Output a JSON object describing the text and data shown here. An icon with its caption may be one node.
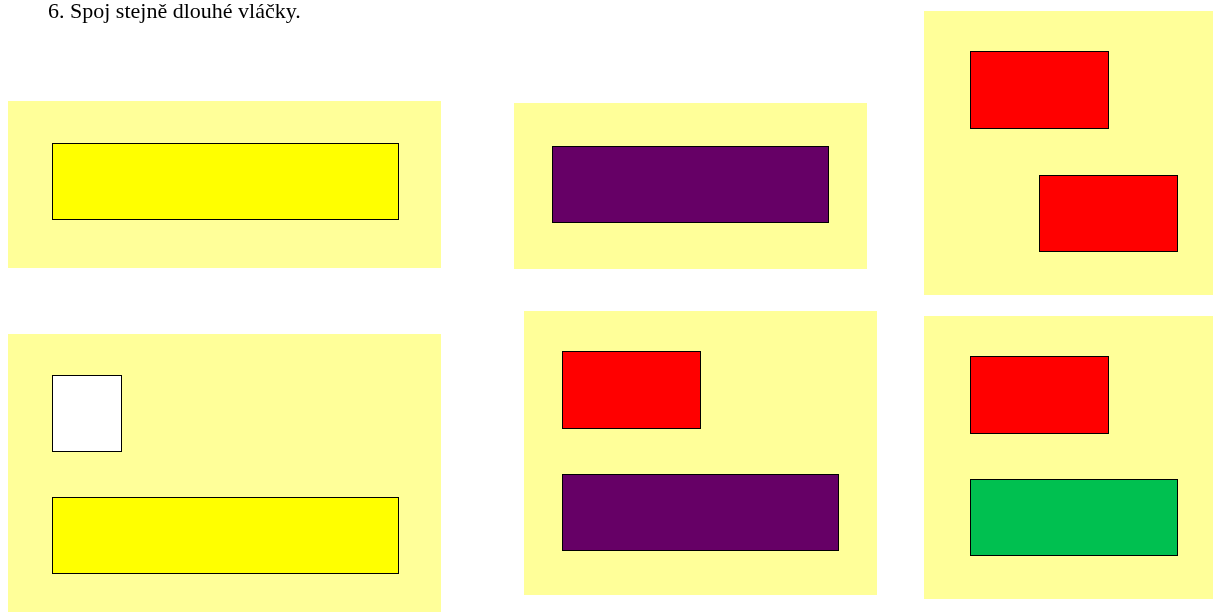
{
  "diagram": {
    "title": "6. Spoj stejně dlouhé vláčky.",
    "nodes": [
      {
        "text": [],
        "shape": "box"
      },
      {
        "text": [],
        "shape": "box",
        "in": 0
      },
      {
        "text": [],
        "shape": "box"
      },
      {
        "text": [],
        "shape": "box",
        "in": 2
      },
      {
        "text": [],
        "shape": "box"
      },
      {
        "text": [],
        "shape": "box",
        "in": 4
      },
      {
        "text": [],
        "shape": "box",
        "in": 4
      },
      {
        "text": [],
        "shape": "box"
      },
      {
        "text": [],
        "shape": "box",
        "in": 7
      },
      {
        "text": [],
        "shape": "box",
        "in": 7
      },
      {
        "text": [],
        "shape": "box"
      },
      {
        "text": [],
        "shape": "box",
        "in": 10
      },
      {
        "text": [],
        "shape": "box",
        "in": 10
      },
      {
        "text": [],
        "shape": "box"
      },
      {
        "text": [],
        "shape": "box",
        "in": 13
      },
      {
        "text": [],
        "shape": "box",
        "in": 13
      }
    ]
  }
}
